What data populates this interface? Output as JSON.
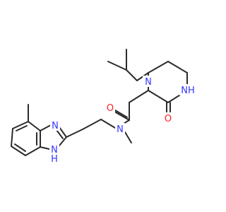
{
  "molecule": {
    "atom_labels": {
      "n_piperazine_1": "N",
      "nh_piperazine_4": "NH",
      "o_lactam": "O",
      "o_amide": "O",
      "n_amide": "N",
      "n_benzimidazole_3": "N",
      "nh_benzimidazole_1": "N",
      "h_benzimidazole_1": "H"
    },
    "colors": {
      "bond": "#2b2b2b",
      "nitrogen": "#3535ff",
      "oxygen": "#ff2020",
      "background": "#ffffff"
    }
  }
}
